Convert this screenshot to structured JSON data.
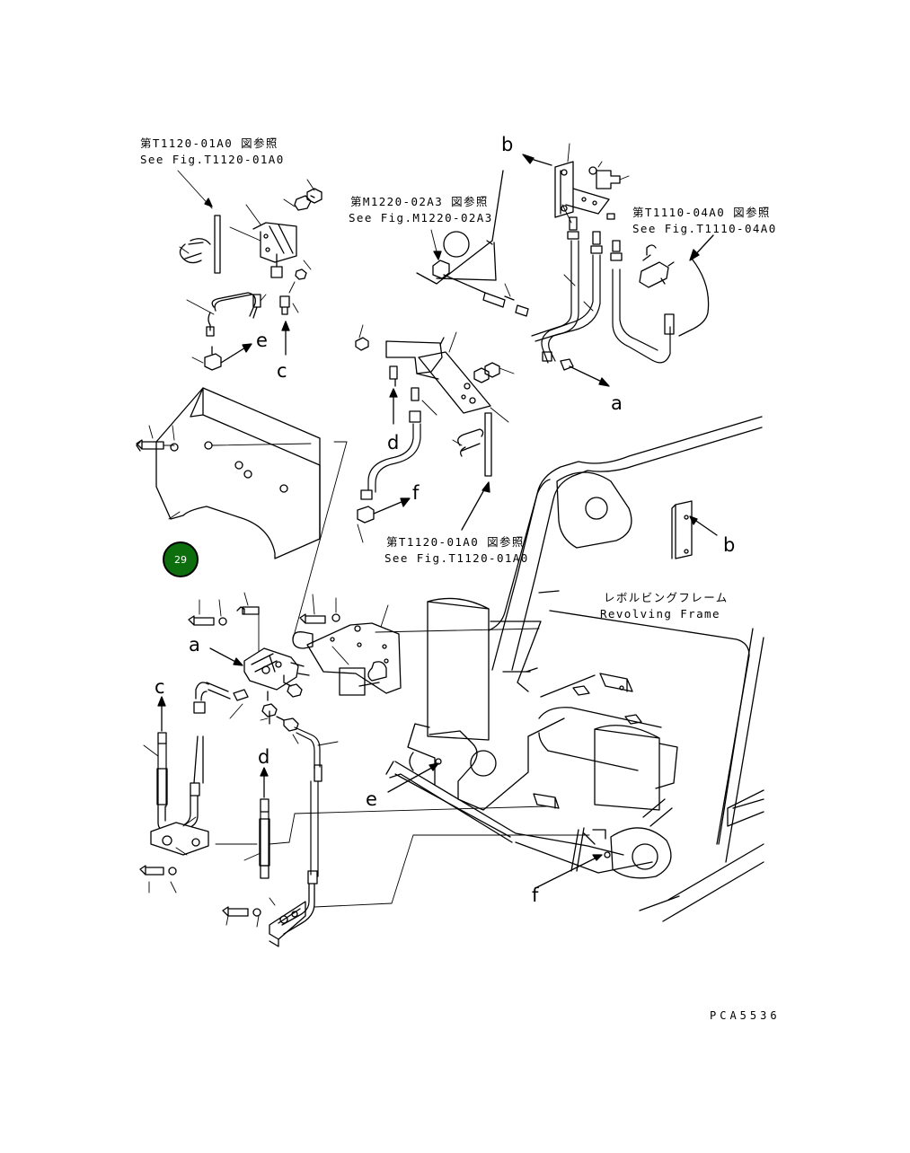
{
  "refs": {
    "t1120_top": {
      "jp": "第T1120-01A0 図参照",
      "en": "See Fig.T1120-01A0"
    },
    "m1220": {
      "jp": "第M1220-02A3 図参照",
      "en": "See Fig.M1220-02A3"
    },
    "t1110": {
      "jp": "第T1110-04A0 図参照",
      "en": "See Fig.T1110-04A0"
    },
    "t1120_mid": {
      "jp": "第T1120-01A0 図参照",
      "en": "See Fig.T1120-01A0"
    }
  },
  "frame_label": {
    "jp": "レボルビングフレーム",
    "en": "Revolving Frame"
  },
  "letters": {
    "b_top": "b",
    "a_right": "a",
    "e_left": "e",
    "c_left": "c",
    "d_mid": "d",
    "f_mid": "f",
    "b_right": "b",
    "a_valve": "a",
    "c_lower": "c",
    "d_lower": "d",
    "e_lower": "e",
    "f_lower": "f"
  },
  "badge": {
    "number": "29",
    "color": "#0d6e0d",
    "border": "#000000"
  },
  "drawing_code": "PCA5536"
}
